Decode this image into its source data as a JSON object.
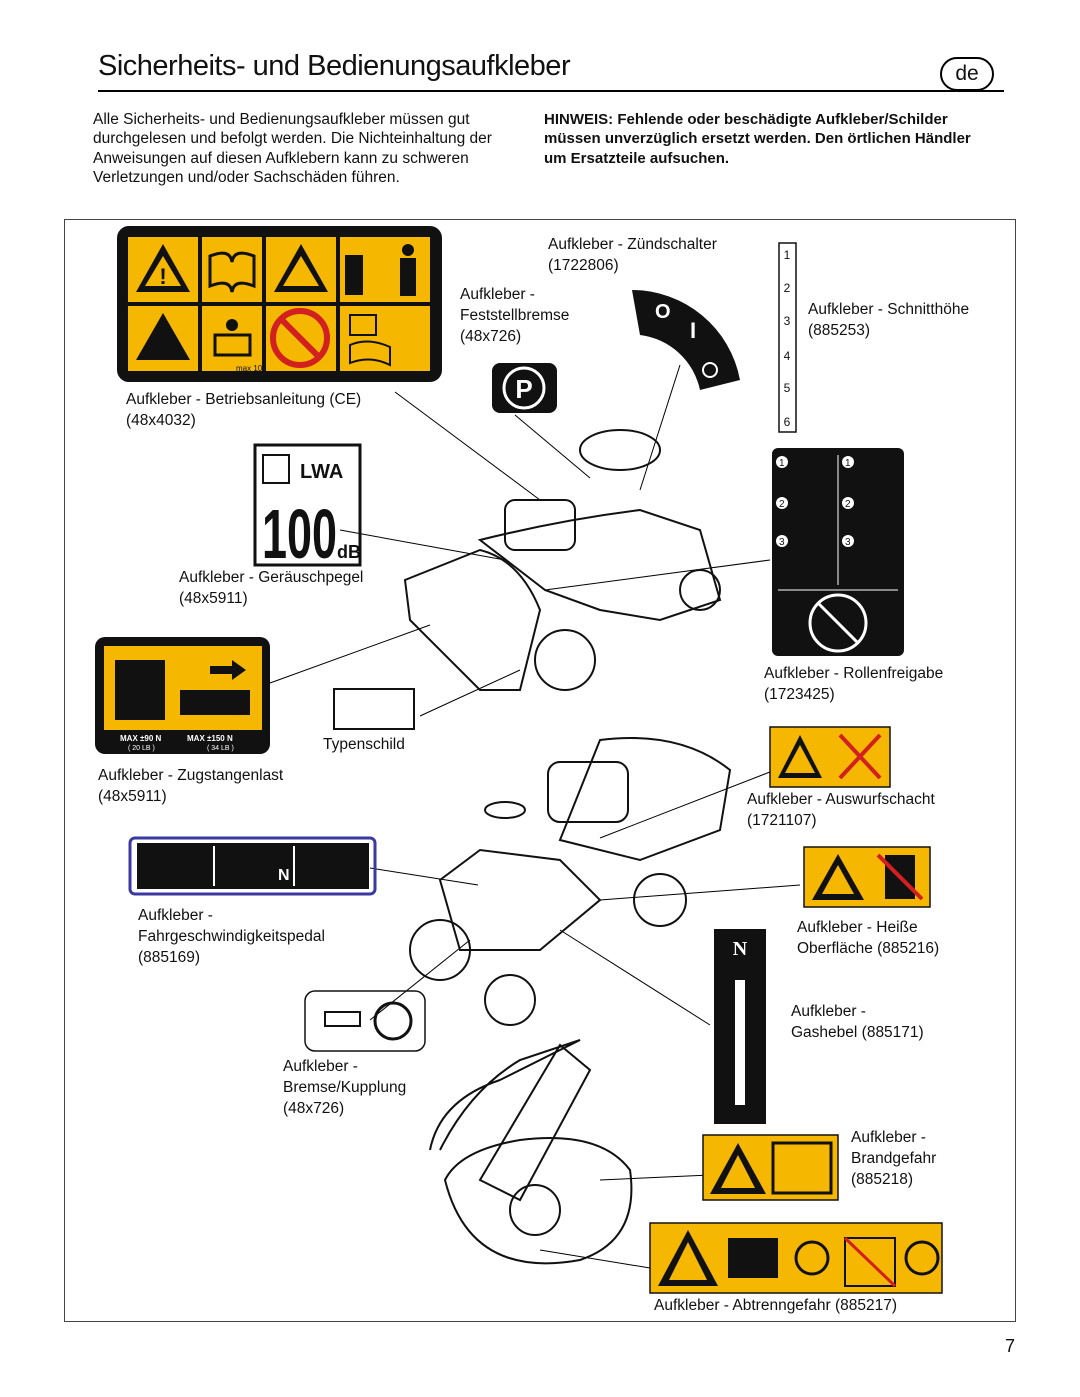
{
  "page": {
    "title": "Sicherheits- und Bedienungsaufkleber",
    "lang_badge": "de",
    "intro": "Alle Sicherheits- und Bedienungsaufkleber müssen gut durchgelesen und befolgt werden. Die Nichteinhaltung der Anweisungen auf diesen Aufklebern kann zu schweren Verletzungen und/oder Sachschäden führen.",
    "note": "HINWEIS: Fehlende oder beschädigte Aufkleber/Schilder müssen unverzüglich ersetzt werden. Den örtlichen Händler um Ersatzteile aufsuchen.",
    "page_number": "7"
  },
  "labels": {
    "betriebsanleitung": [
      "Aufkleber - Betriebsanleitung (CE)",
      "(48x4032)"
    ],
    "zuendschalter": [
      "Aufkleber - Zündschalter",
      "(1722806)"
    ],
    "feststellbremse": [
      "Aufkleber -",
      "Feststellbremse",
      "(48x726)"
    ],
    "schnitthoehe": [
      "Aufkleber - Schnitthöhe",
      "(885253)"
    ],
    "geraeuschpegel": [
      "Aufkleber - Geräuschpegel",
      "(48x5911)"
    ],
    "rollenfreigabe": [
      "Aufkleber - Rollenfreigabe",
      "(1723425)"
    ],
    "typenschild": "Typenschild",
    "zugstangenlast": [
      "Aufkleber - Zugstangenlast",
      "(48x5911)"
    ],
    "auswurfschacht": [
      "Aufkleber - Auswurfschacht",
      "(1721107)"
    ],
    "fahrpedal": [
      "Aufkleber -",
      "Fahrgeschwindigkeitspedal",
      "(885169)"
    ],
    "heisse": [
      "Aufkleber - Heiße",
      "Oberfläche (885216)"
    ],
    "gashebel": [
      "Aufkleber -",
      "Gashebel (885171)"
    ],
    "bremse": [
      "Aufkleber -",
      "Bremse/Kupplung",
      "(48x726)"
    ],
    "brandgefahr": [
      "Aufkleber -",
      "Brandgefahr",
      "(885218)"
    ],
    "abtrenngefahr": "Aufkleber - Abtrenngefahr (885217)"
  },
  "decal_text": {
    "max_angle": "max 10°",
    "lwa": "LWA",
    "db_value": "100",
    "db_unit": "dB",
    "pull_left": "MAX ±90 N",
    "pull_left_sub": "( 20 LB )",
    "pull_right": "MAX ±150 N",
    "pull_right_sub": "( 34 LB )",
    "parking": "P",
    "height_scale": [
      "1",
      "2",
      "3",
      "4",
      "5",
      "6"
    ],
    "ign_off": "O",
    "ign_on": "I",
    "step_numbers": [
      "1",
      "2",
      "3"
    ],
    "pedal_n": "N",
    "throttle_n": "N"
  },
  "colors": {
    "decal_yellow": "#f5b700",
    "decal_black": "#111111",
    "prohibit_red": "#d22020",
    "pedal_border": "#3a3aa0"
  }
}
